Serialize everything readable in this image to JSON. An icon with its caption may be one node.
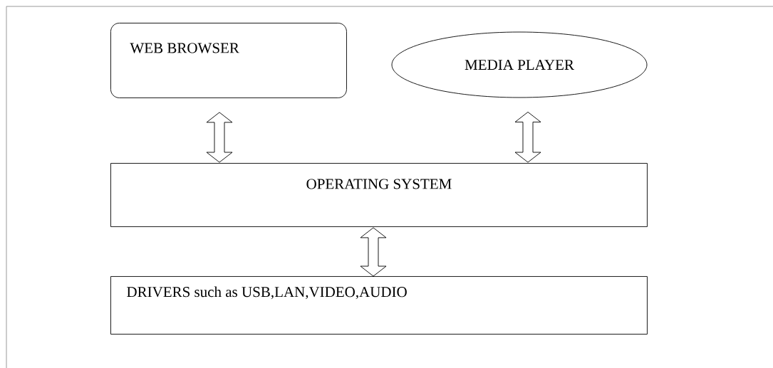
{
  "diagram": {
    "nodes": [
      {
        "text": [
          "WEB BROWSER"
        ]
      },
      {
        "text": [
          "MEDIA PLAYER"
        ]
      },
      {
        "text": [
          "OPERATING SYSTEM"
        ]
      },
      {
        "text": [
          "DRIVERS such as USB,LAN,VIDEO,AUDIO"
        ]
      }
    ],
    "edges": [
      {
        "from": 0,
        "to": 2,
        "arrow": "both"
      },
      {
        "from": 1,
        "to": 2,
        "arrow": "both"
      },
      {
        "from": 2,
        "to": 3,
        "arrow": "both"
      }
    ]
  }
}
